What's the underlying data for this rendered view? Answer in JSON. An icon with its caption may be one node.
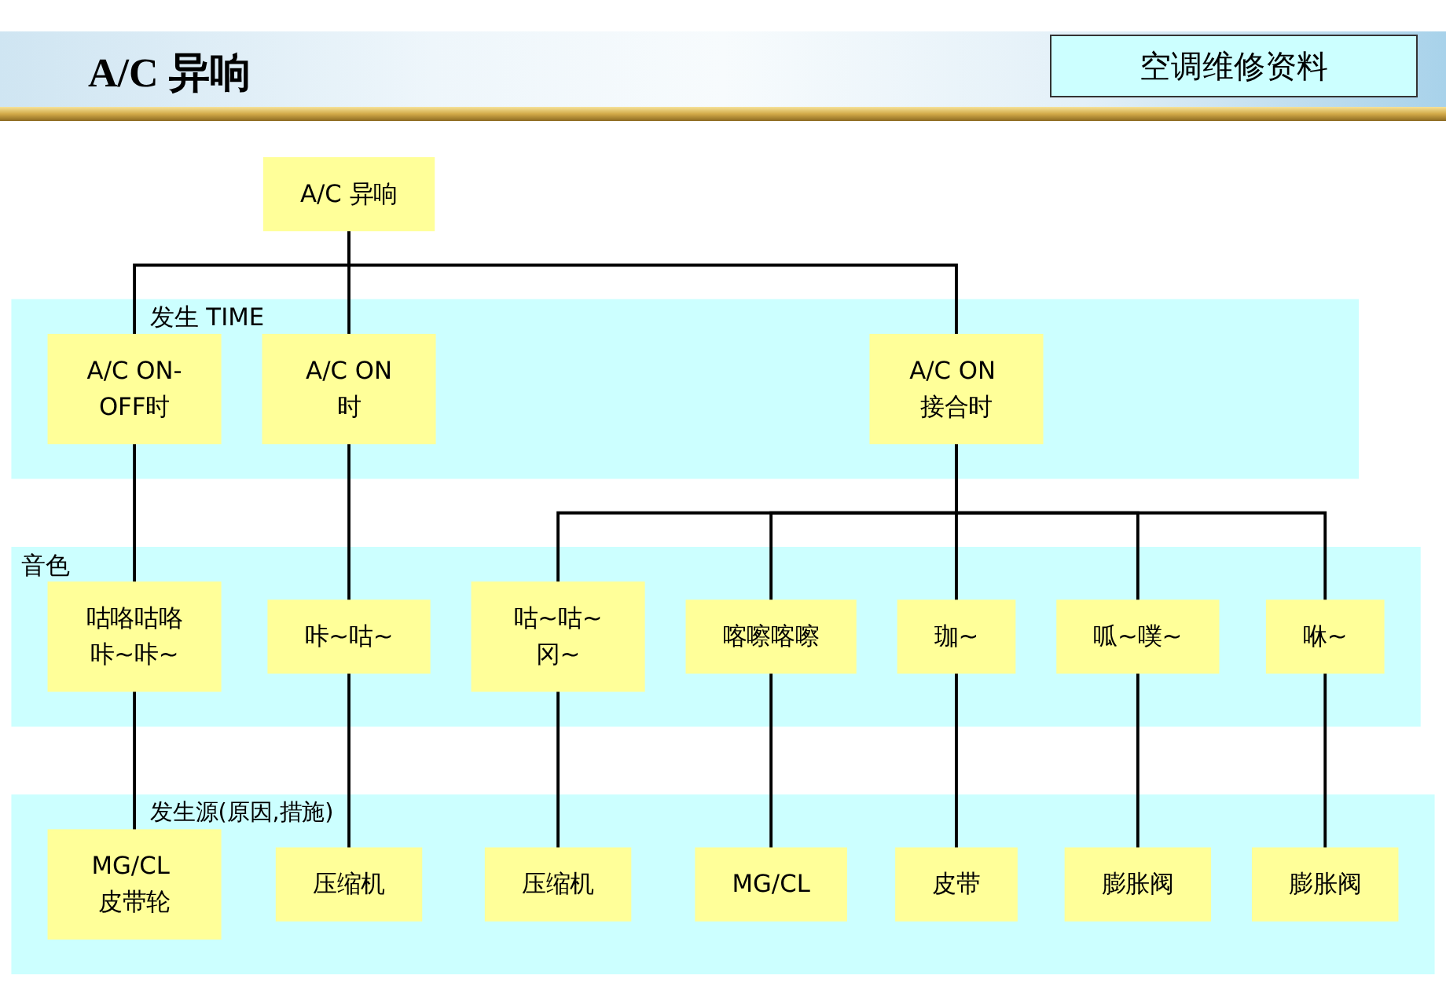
{
  "diagram": {
    "title": "A/C 异响",
    "nodes": [
      {
        "text": [
          "A/C 异响"
        ]
      },
      {
        "text": [
          "发生 TIME"
        ]
      },
      {
        "text": [
          "A/C ON-OFF时"
        ],
        "in": 1
      },
      {
        "text": [
          "A/C ON时"
        ],
        "in": 1
      },
      {
        "text": [
          "A/C ON 接合时"
        ],
        "in": 1
      },
      {
        "text": [
          "音色"
        ]
      },
      {
        "text": [
          "咕咯咕咯咔~咔~"
        ],
        "in": 5
      },
      {
        "text": [
          "咔~咕~"
        ],
        "in": 5
      },
      {
        "text": [
          "咕~咕~冈~"
        ],
        "in": 5
      },
      {
        "text": [
          "喀嚓喀嚓"
        ],
        "in": 5
      },
      {
        "text": [
          "珈~"
        ],
        "in": 5
      },
      {
        "text": [
          "呱~噗~"
        ],
        "in": 5
      },
      {
        "text": [
          "咻~"
        ],
        "in": 5
      },
      {
        "text": [
          "发生源(原因,措施)"
        ]
      },
      {
        "text": [
          "MG/CL 皮带轮"
        ],
        "in": 13
      },
      {
        "text": [
          "压缩机"
        ],
        "in": 13
      },
      {
        "text": [
          "压缩机"
        ],
        "in": 13
      },
      {
        "text": [
          "MG/CL"
        ],
        "in": 13
      },
      {
        "text": [
          "皮带"
        ],
        "in": 13
      },
      {
        "text": [
          "膨胀阀"
        ],
        "in": 13
      },
      {
        "text": [
          "膨胀阀"
        ],
        "in": 13
      }
    ],
    "edges": [
      {
        "from": 0,
        "to": 2,
        "arrow": "none"
      },
      {
        "from": 0,
        "to": 3,
        "arrow": "none"
      },
      {
        "from": 0,
        "to": 4,
        "arrow": "none"
      },
      {
        "from": 2,
        "to": 6,
        "arrow": "none"
      },
      {
        "from": 3,
        "to": 7,
        "arrow": "none"
      },
      {
        "from": 4,
        "to": 8,
        "arrow": "none"
      },
      {
        "from": 4,
        "to": 9,
        "arrow": "none"
      },
      {
        "from": 4,
        "to": 10,
        "arrow": "none"
      },
      {
        "from": 4,
        "to": 11,
        "arrow": "none"
      },
      {
        "from": 4,
        "to": 12,
        "arrow": "none"
      },
      {
        "from": 6,
        "to": 14,
        "arrow": "none"
      },
      {
        "from": 7,
        "to": 15,
        "arrow": "none"
      },
      {
        "from": 8,
        "to": 16,
        "arrow": "none"
      },
      {
        "from": 9,
        "to": 17,
        "arrow": "none"
      },
      {
        "from": 10,
        "to": 18,
        "arrow": "none"
      },
      {
        "from": 11,
        "to": 19,
        "arrow": "none"
      },
      {
        "from": 12,
        "to": 20,
        "arrow": "none"
      }
    ],
    "labels": [
      "空调维修资料"
    ]
  }
}
